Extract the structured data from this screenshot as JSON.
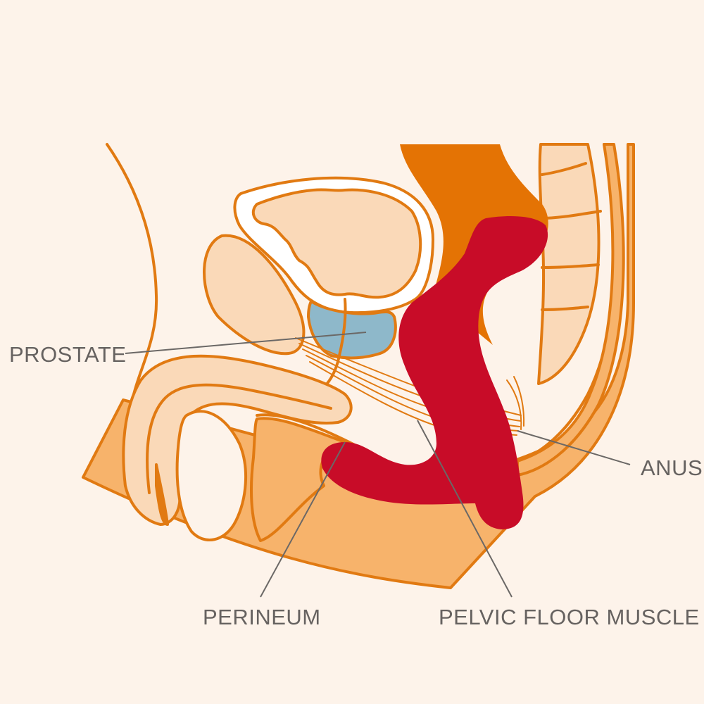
{
  "diagram": {
    "subject": "Male pelvic anatomy, sagittal cross-section",
    "colors": {
      "background": "#fdf3ea",
      "outline": "#e17a12",
      "skin_fill": "#f7b36b",
      "organ_fill": "#fad9b8",
      "cavity_fill": "#ffffff",
      "rectum_fill": "#e47304",
      "prostate_fill": "#8eb8ca",
      "muscle_fill": "#c80c28",
      "label_text": "#666260",
      "leader_line": "#6b6866"
    },
    "labels": [
      {
        "id": "prostate",
        "text": "PROSTATE"
      },
      {
        "id": "anus",
        "text": "ANUS"
      },
      {
        "id": "perineum",
        "text": "PERINEUM"
      },
      {
        "id": "pelvic_floor_muscle",
        "text": "PELVIC FLOOR MUSCLE"
      }
    ]
  }
}
